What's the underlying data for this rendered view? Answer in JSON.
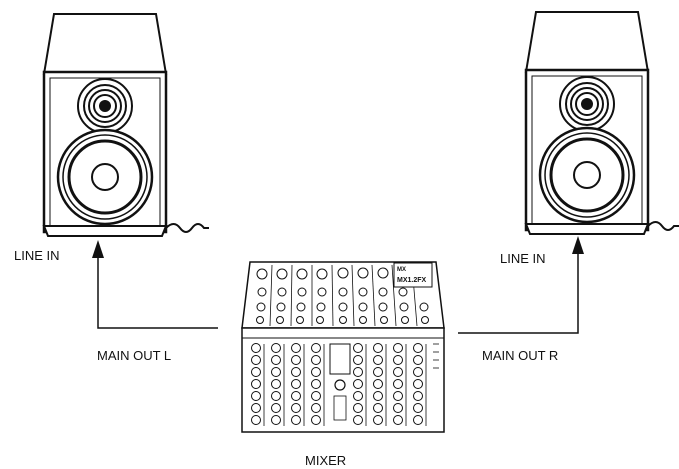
{
  "labels": {
    "line_in_left": "LINE IN",
    "line_in_right": "LINE IN",
    "main_out_left": "MAIN OUT L",
    "main_out_right": "MAIN OUT R",
    "mixer": "MIXER"
  },
  "mixer_badge": {
    "brand": "MX",
    "model": "MX1.2FX"
  },
  "colors": {
    "line": "#111111",
    "background": "#ffffff"
  }
}
